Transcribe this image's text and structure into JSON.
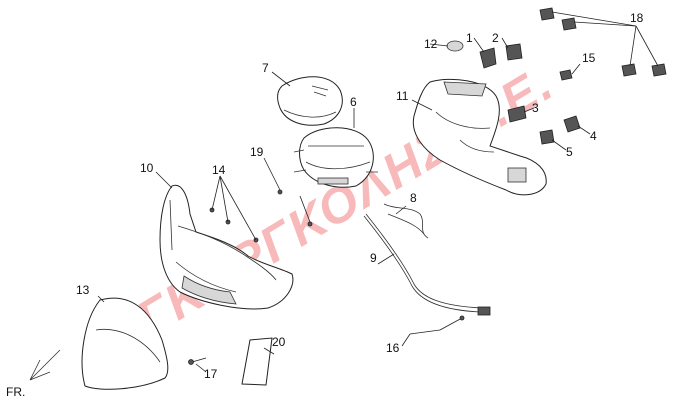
{
  "diagram": {
    "watermark": "ΓΚΟΡΓΚΟΛΗΣ Α.Ε.",
    "direction_label": "FR.",
    "callouts": [
      "1",
      "2",
      "3",
      "4",
      "5",
      "6",
      "7",
      "8",
      "9",
      "10",
      "11",
      "12",
      "13",
      "14",
      "15",
      "16",
      "17",
      "18",
      "19",
      "20"
    ]
  },
  "colors": {
    "watermark": "#f08080",
    "line": "#222222",
    "shade": "#d7d7d7"
  }
}
